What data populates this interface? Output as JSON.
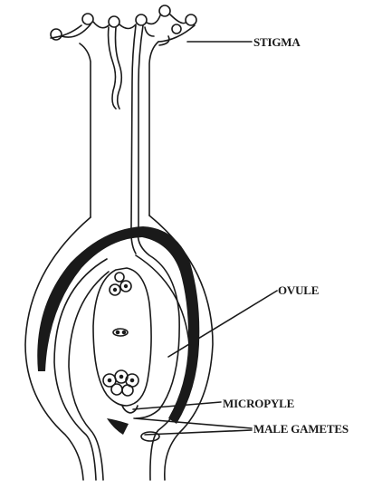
{
  "labels": {
    "stigma": "STIGMA",
    "ovule": "OVULE",
    "micropyle": "MICROPYLE",
    "male_gametes": "MALE GAMETES"
  },
  "colors": {
    "ink": "#1a1a1a",
    "background": "#ffffff"
  }
}
